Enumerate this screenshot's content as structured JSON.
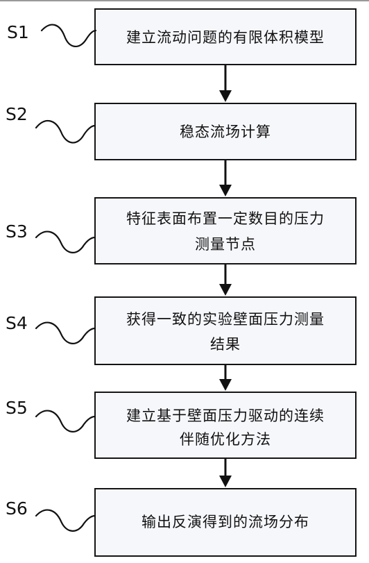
{
  "steps": [
    {
      "id": "S1",
      "lines": [
        "建立流动问题的有限体积模型"
      ]
    },
    {
      "id": "S2",
      "lines": [
        "稳态流场计算"
      ]
    },
    {
      "id": "S3",
      "lines": [
        "特征表面布置一定数目的压力",
        "测量节点"
      ]
    },
    {
      "id": "S4",
      "lines": [
        "获得一致的实验壁面压力测量",
        "结果"
      ]
    },
    {
      "id": "S5",
      "lines": [
        "建立基于壁面压力驱动的连续",
        "伴随优化方法"
      ]
    },
    {
      "id": "S6",
      "lines": [
        "输出反演得到的流场分布"
      ]
    }
  ]
}
